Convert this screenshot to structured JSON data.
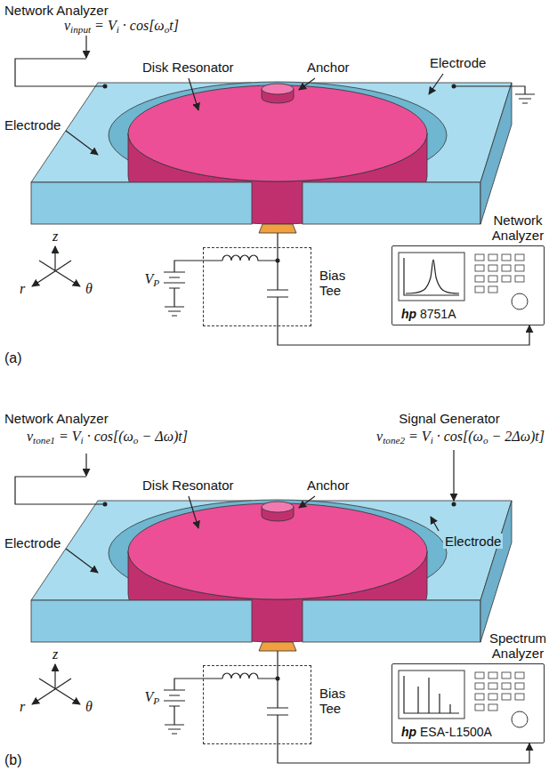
{
  "diagram": {
    "nodes": [
      {
        "text": [
          "Bias Tee"
        ]
      },
      {
        "text": [
          "Network Analyzer",
          "hp 8751A"
        ]
      },
      {
        "text": [
          "Bias Tee"
        ]
      },
      {
        "text": [
          "Spectrum Analyzer",
          "hp ESA-L1500A"
        ]
      }
    ],
    "edges": [
      {
        "from": 0,
        "to": 1,
        "arrow": "to"
      },
      {
        "from": 2,
        "to": 3,
        "arrow": "to"
      }
    ],
    "labels": [
      "Network Analyzer",
      "vinput = Vi · cos[ωot]",
      "Disk Resonator",
      "Anchor",
      "Electrode",
      "Electrode",
      "z",
      "r",
      "θ",
      "VP",
      "(a)",
      "Network Analyzer",
      "vtone1 = Vi · cos[(ωo − Δω)t]",
      "Signal Generator",
      "vtone2 = Vi · cos[(ωo − 2Δω)t]",
      "Disk Resonator",
      "Anchor",
      "Electrode",
      "Electrode",
      "z",
      "r",
      "θ",
      "VP",
      "(b)"
    ]
  }
}
